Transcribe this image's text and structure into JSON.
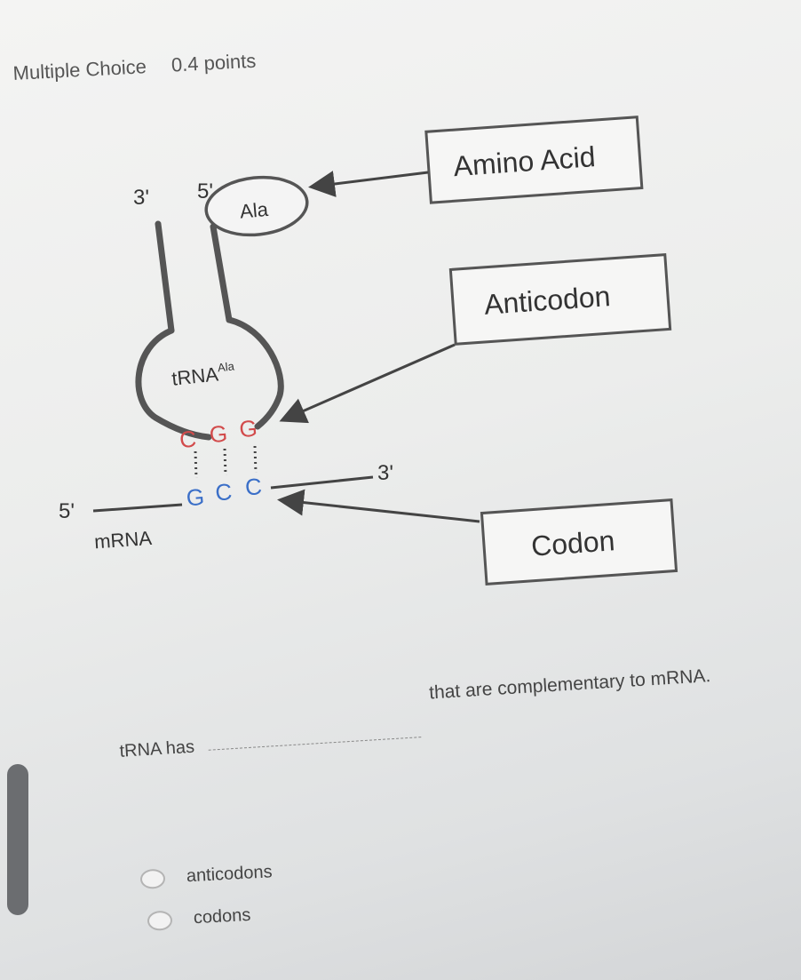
{
  "header": {
    "type_label": "Multiple Choice",
    "points_label": "0.4 points"
  },
  "diagram": {
    "trna_end_3": "3'",
    "trna_end_5": "5'",
    "amino_acid": "Ala",
    "trna_label": "tRNA",
    "trna_superscript": "Ala",
    "anticodon_bases": [
      {
        "base": "C",
        "color": "#d24b4b"
      },
      {
        "base": "G",
        "color": "#d24b4b"
      },
      {
        "base": "G",
        "color": "#d24b4b"
      }
    ],
    "codon_bases": [
      {
        "base": "G",
        "color": "#3b6fc8"
      },
      {
        "base": "C",
        "color": "#3b6fc8"
      },
      {
        "base": "C",
        "color": "#3b6fc8"
      }
    ],
    "mrna_end_5": "5'",
    "mrna_end_3": "3'",
    "mrna_label": "mRNA",
    "boxes": {
      "amino_acid": "Amino Acid",
      "anticodon": "Anticodon",
      "codon": "Codon"
    }
  },
  "question": {
    "prefix": "tRNA has",
    "suffix": "that are complementary to mRNA."
  },
  "options": [
    {
      "label": "anticodons"
    },
    {
      "label": "codons"
    }
  ]
}
